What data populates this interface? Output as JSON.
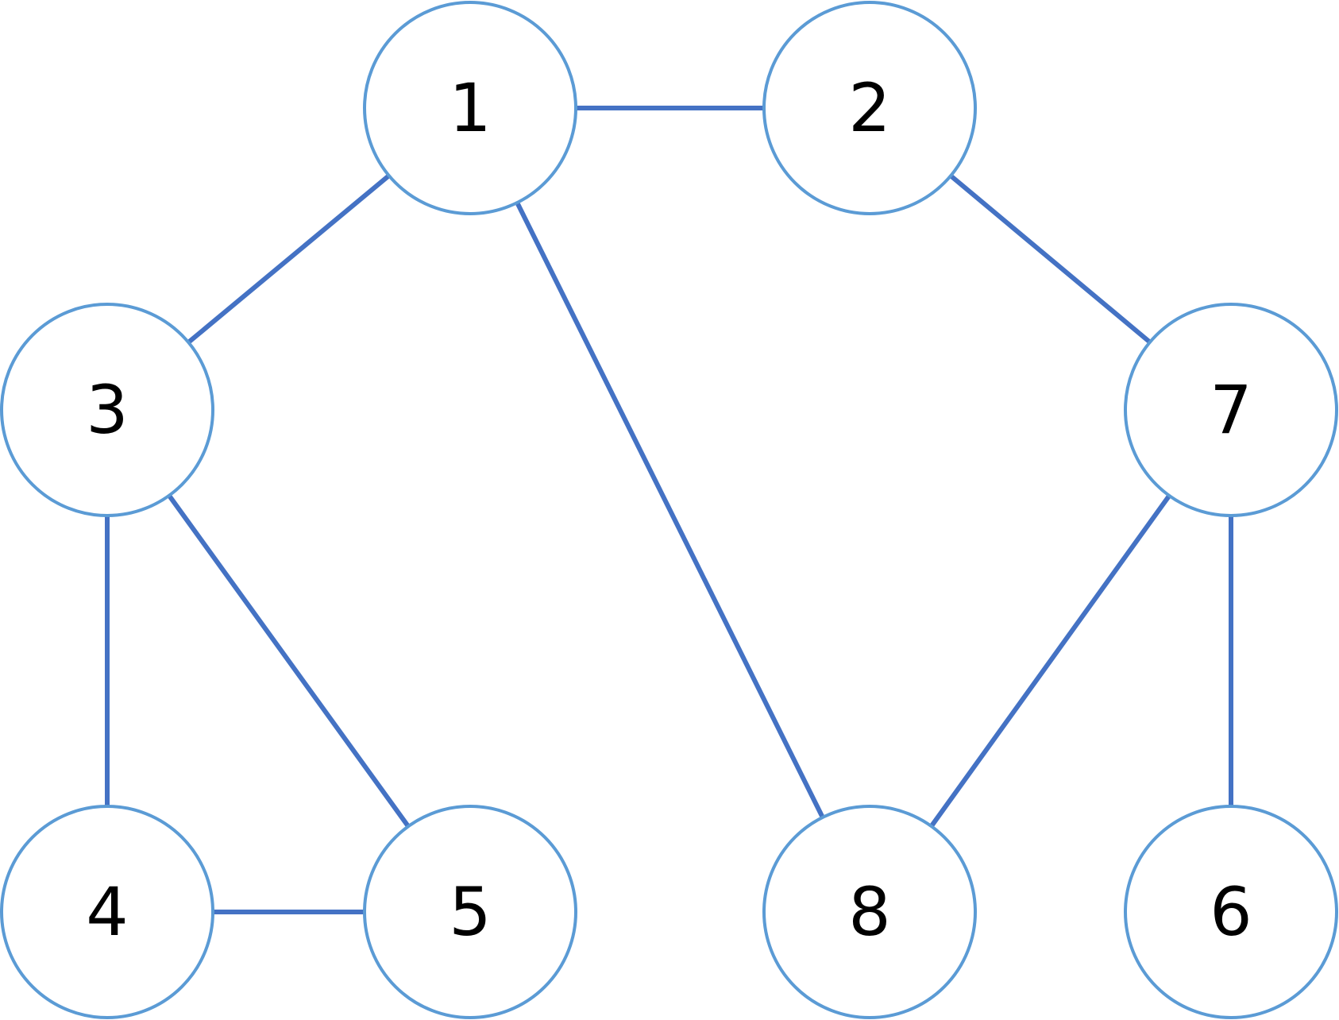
{
  "graph": {
    "nodes": [
      {
        "id": "1",
        "label": "1"
      },
      {
        "id": "2",
        "label": "2"
      },
      {
        "id": "3",
        "label": "3"
      },
      {
        "id": "7",
        "label": "7"
      },
      {
        "id": "4",
        "label": "4"
      },
      {
        "id": "5",
        "label": "5"
      },
      {
        "id": "8",
        "label": "8"
      },
      {
        "id": "6",
        "label": "6"
      }
    ],
    "edges": [
      {
        "from": "1",
        "to": "2"
      },
      {
        "from": "1",
        "to": "3"
      },
      {
        "from": "1",
        "to": "8"
      },
      {
        "from": "2",
        "to": "7"
      },
      {
        "from": "3",
        "to": "4"
      },
      {
        "from": "3",
        "to": "5"
      },
      {
        "from": "4",
        "to": "5"
      },
      {
        "from": "7",
        "to": "8"
      },
      {
        "from": "7",
        "to": "6"
      }
    ]
  },
  "colors": {
    "node_stroke": "#5b9bd5",
    "node_fill": "#ffffff",
    "edge": "#4472c4",
    "label": "#000000"
  }
}
